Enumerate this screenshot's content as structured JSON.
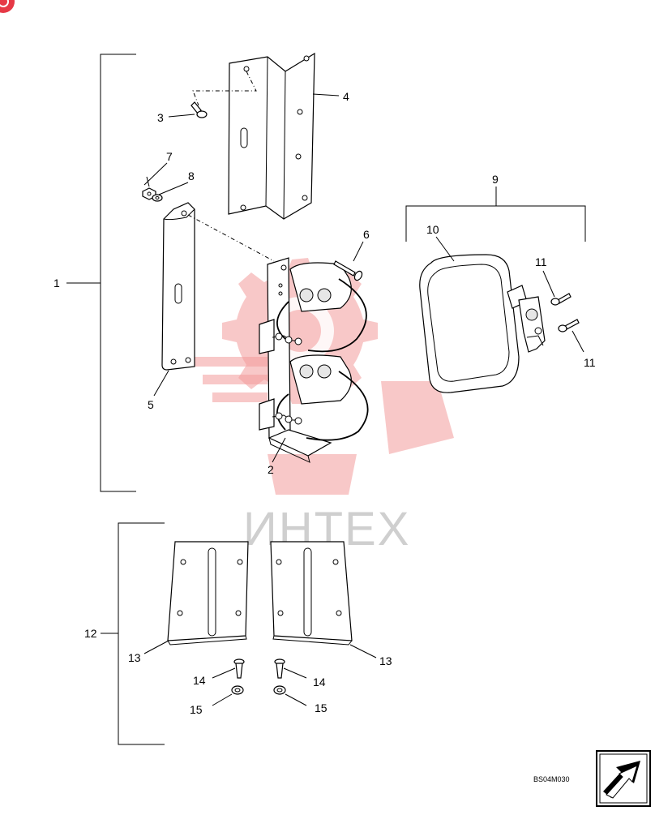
{
  "diagram": {
    "drawing_code": "BS04M030",
    "watermark_text": "ИНТЕХ",
    "corner_badge_icon": "red-circle-badge-icon",
    "nav_icon": "arrow-box-icon",
    "callouts": [
      {
        "id": "c1",
        "label": "1"
      },
      {
        "id": "c2",
        "label": "2"
      },
      {
        "id": "c3",
        "label": "3"
      },
      {
        "id": "c4",
        "label": "4"
      },
      {
        "id": "c5",
        "label": "5"
      },
      {
        "id": "c6",
        "label": "6"
      },
      {
        "id": "c7",
        "label": "7"
      },
      {
        "id": "c8",
        "label": "8"
      },
      {
        "id": "c9",
        "label": "9"
      },
      {
        "id": "c10",
        "label": "10"
      },
      {
        "id": "c11a",
        "label": "11"
      },
      {
        "id": "c11b",
        "label": "11"
      },
      {
        "id": "c12",
        "label": "12"
      },
      {
        "id": "c13a",
        "label": "13"
      },
      {
        "id": "c13b",
        "label": "13"
      },
      {
        "id": "c14a",
        "label": "14"
      },
      {
        "id": "c14b",
        "label": "14"
      },
      {
        "id": "c15a",
        "label": "15"
      },
      {
        "id": "c15b",
        "label": "15"
      }
    ],
    "colors": {
      "badge": "#e63946",
      "watermark": "#f39a9a",
      "line": "#000000"
    }
  }
}
